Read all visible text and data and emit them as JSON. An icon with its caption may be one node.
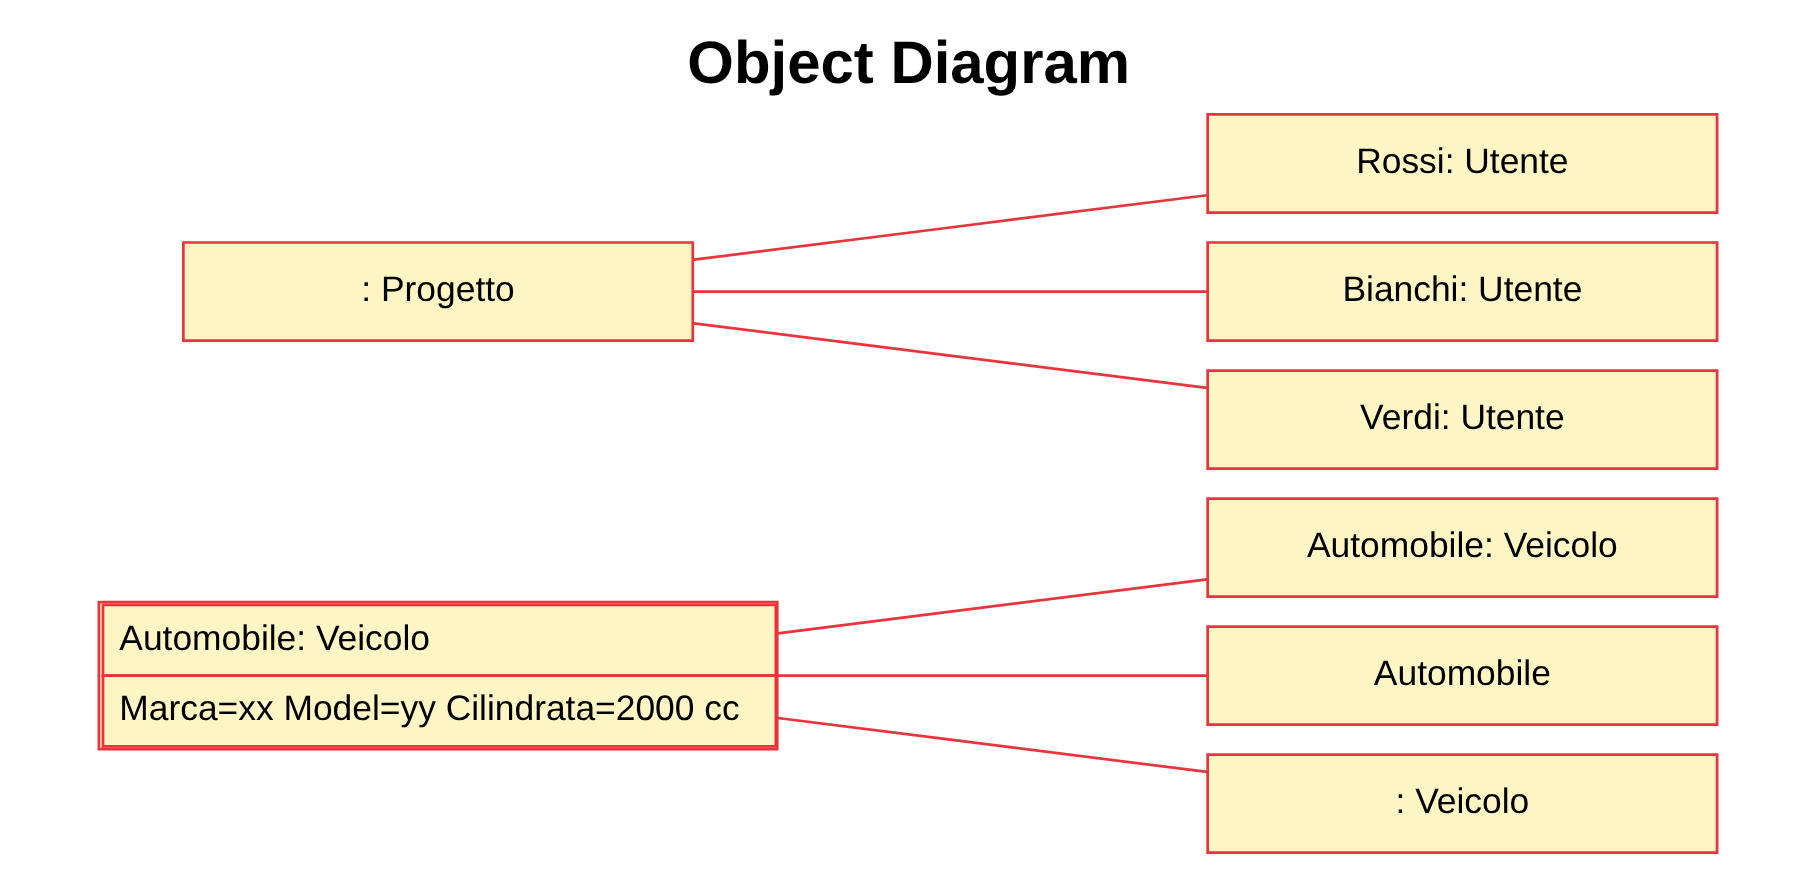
{
  "diagram": {
    "title": "Object Diagram",
    "nodes": [
      {
        "text": [
          "Automobile: Veicolo",
          "Marca=xx Model=yy Cilindrata=2000 cc"
        ]
      },
      {
        "text": [
          "Automobile: Veicolo"
        ]
      },
      {
        "text": [
          "Automobile"
        ]
      },
      {
        "text": [
          ": Veicolo"
        ]
      },
      {
        "text": [
          ": Progetto"
        ]
      },
      {
        "text": [
          "Rossi: Utente"
        ]
      },
      {
        "text": [
          "Bianchi: Utente"
        ]
      },
      {
        "text": [
          "Verdi: Utente"
        ]
      }
    ],
    "edges": [
      {
        "from": 0,
        "to": 1,
        "arrow": "none"
      },
      {
        "from": 0,
        "to": 2,
        "arrow": "none"
      },
      {
        "from": 0,
        "to": 3,
        "arrow": "none"
      },
      {
        "from": 4,
        "to": 5,
        "arrow": "none"
      },
      {
        "from": 4,
        "to": 6,
        "arrow": "none"
      },
      {
        "from": 4,
        "to": 7,
        "arrow": "none"
      }
    ]
  }
}
